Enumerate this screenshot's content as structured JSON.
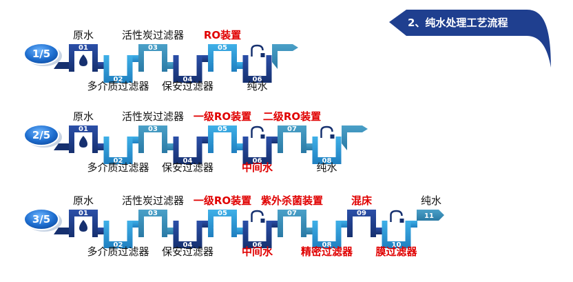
{
  "header": {
    "title": "2、纯水处理工艺流程",
    "color": "#1f3f8f"
  },
  "colors": {
    "dark_blue": "#1f3f8f",
    "light_blue": "#2e9bd6",
    "teal": "#3a8fb7",
    "red_label": "#e00000",
    "badge": "#1a5fb4"
  },
  "flows": [
    {
      "badge": "1/5",
      "steps": [
        {
          "num": "01",
          "label": "原水",
          "icon": "water-drop-icon",
          "red": false
        },
        {
          "num": "02",
          "label": "多介质过滤器",
          "icon": "shower-icon",
          "red": false
        },
        {
          "num": "03",
          "label": "活性炭过滤器",
          "icon": "flask-icon",
          "red": false
        },
        {
          "num": "04",
          "label": "保安过滤器",
          "icon": "sliders-icon",
          "red": false
        },
        {
          "num": "05",
          "label": "RO装置",
          "icon": "paper-plane-icon",
          "red": true
        },
        {
          "num": "06",
          "label": "纯水",
          "icon": "faucet-icon",
          "red": false
        }
      ]
    },
    {
      "badge": "2/5",
      "steps": [
        {
          "num": "01",
          "label": "原水",
          "icon": "water-drop-icon",
          "red": false
        },
        {
          "num": "02",
          "label": "多介质过滤器",
          "icon": "shower-icon",
          "red": false
        },
        {
          "num": "03",
          "label": "活性炭过滤器",
          "icon": "flask-icon",
          "red": false
        },
        {
          "num": "04",
          "label": "保安过滤器",
          "icon": "sliders-icon",
          "red": false
        },
        {
          "num": "05",
          "label": "一级RO装置",
          "icon": "paper-plane-icon",
          "red": true
        },
        {
          "num": "06",
          "label": "中间水",
          "icon": "faucet-icon",
          "red": true
        },
        {
          "num": "07",
          "label": "二级RO装置",
          "icon": "shower-icon",
          "red": true
        },
        {
          "num": "08",
          "label": "纯水",
          "icon": "faucet-icon",
          "red": false
        }
      ]
    },
    {
      "badge": "3/5",
      "steps": [
        {
          "num": "01",
          "label": "原水",
          "icon": "water-drop-icon",
          "red": false
        },
        {
          "num": "02",
          "label": "多介质过滤器",
          "icon": "shower-icon",
          "red": false
        },
        {
          "num": "03",
          "label": "活性炭过滤器",
          "icon": "flask-icon",
          "red": false
        },
        {
          "num": "04",
          "label": "保安过滤器",
          "icon": "sliders-icon",
          "red": false
        },
        {
          "num": "05",
          "label": "一级RO装置",
          "icon": "paper-plane-icon",
          "red": true
        },
        {
          "num": "06",
          "label": "中间水",
          "icon": "faucet-icon",
          "red": true
        },
        {
          "num": "07",
          "label": "紫外杀菌装置",
          "icon": "shower-icon",
          "red": true
        },
        {
          "num": "08",
          "label": "精密过滤器",
          "icon": "flask-icon",
          "red": true
        },
        {
          "num": "09",
          "label": "混床",
          "icon": "sliders-icon",
          "red": true
        },
        {
          "num": "10",
          "label": "膜过滤器",
          "icon": "faucet-icon",
          "red": true
        },
        {
          "num": "11",
          "label": "纯水",
          "icon": "none",
          "red": false
        }
      ]
    }
  ]
}
